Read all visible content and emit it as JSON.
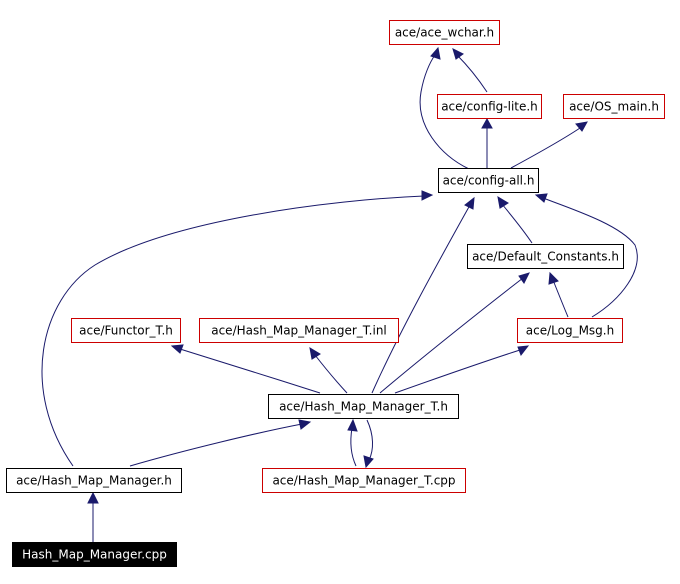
{
  "diagram": {
    "nodes": {
      "ace_wchar": "ace/ace_wchar.h",
      "config_lite": "ace/config-lite.h",
      "os_main": "ace/OS_main.h",
      "config_all": "ace/config-all.h",
      "default_constants": "ace/Default_Constants.h",
      "functor_t": "ace/Functor_T.h",
      "hash_map_manager_t_inl": "ace/Hash_Map_Manager_T.inl",
      "log_msg": "ace/Log_Msg.h",
      "hash_map_manager_t_h": "ace/Hash_Map_Manager_T.h",
      "hash_map_manager_h": "ace/Hash_Map_Manager.h",
      "hash_map_manager_t_cpp": "ace/Hash_Map_Manager_T.cpp",
      "hash_map_manager_cpp": "Hash_Map_Manager.cpp"
    },
    "colors": {
      "edge": "#1a1a6b",
      "external_border": "#cc0000",
      "normal_border": "#000000",
      "root_fill": "#000000",
      "root_text": "#ffffff"
    }
  }
}
